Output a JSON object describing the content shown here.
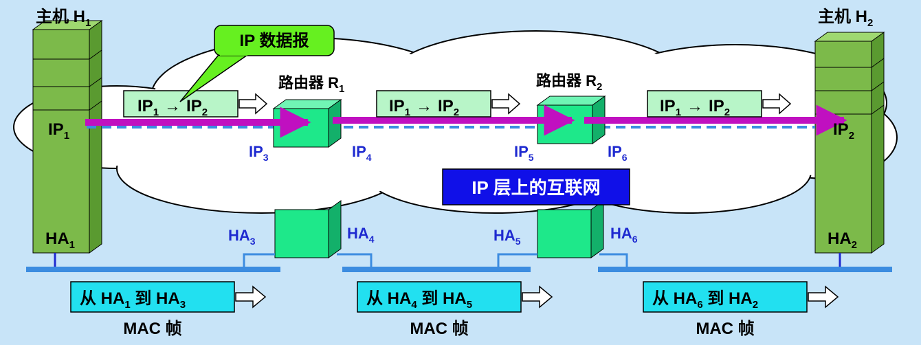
{
  "colors": {
    "background": "#c8e4f8",
    "cloud": "#ffffff",
    "host_green": "#7cba4a",
    "router_teal": "#1ee88a",
    "datagram_box": "#b8f5c8",
    "frame_box": "#22e0f0",
    "network_line": "#3c8ce0",
    "arrow_magenta": "#c010c0",
    "label_blue": "#1e2ad0",
    "callout_green": "#66f020",
    "internet_label_bg": "#1010e8"
  },
  "hosts": {
    "h1": {
      "name": "主机 H",
      "sub": "1",
      "ip": "IP",
      "ip_sub": "1",
      "ha": "HA",
      "ha_sub": "1"
    },
    "h2": {
      "name": "主机 H",
      "sub": "2",
      "ip": "IP",
      "ip_sub": "2",
      "ha": "HA",
      "ha_sub": "2"
    }
  },
  "routers": {
    "r1": {
      "name": "路由器 R",
      "sub": "1",
      "ip_in": "IP",
      "ip_in_sub": "3",
      "ip_out": "IP",
      "ip_out_sub": "4",
      "ha_in": "HA",
      "ha_in_sub": "3",
      "ha_out": "HA",
      "ha_out_sub": "4"
    },
    "r2": {
      "name": "路由器 R",
      "sub": "2",
      "ip_in": "IP",
      "ip_in_sub": "5",
      "ip_out": "IP",
      "ip_out_sub": "6",
      "ha_in": "HA",
      "ha_in_sub": "5",
      "ha_out": "HA",
      "ha_out_sub": "6"
    }
  },
  "callout": "IP 数据报",
  "internet_label": "IP 层上的互联网",
  "datagrams": [
    {
      "src": "IP",
      "src_sub": "1",
      "arrow": "→",
      "dst": "IP",
      "dst_sub": "2"
    },
    {
      "src": "IP",
      "src_sub": "1",
      "arrow": "→",
      "dst": "IP",
      "dst_sub": "2"
    },
    {
      "src": "IP",
      "src_sub": "1",
      "arrow": "→",
      "dst": "IP",
      "dst_sub": "2"
    }
  ],
  "frames": [
    {
      "from": "从 HA",
      "from_sub": "1",
      "to": " 到 HA",
      "to_sub": "3",
      "caption": "MAC 帧"
    },
    {
      "from": "从 HA",
      "from_sub": "4",
      "to": " 到 HA",
      "to_sub": "5",
      "caption": "MAC 帧"
    },
    {
      "from": "从 HA",
      "from_sub": "6",
      "to": " 到 HA",
      "to_sub": "2",
      "caption": "MAC 帧"
    }
  ]
}
